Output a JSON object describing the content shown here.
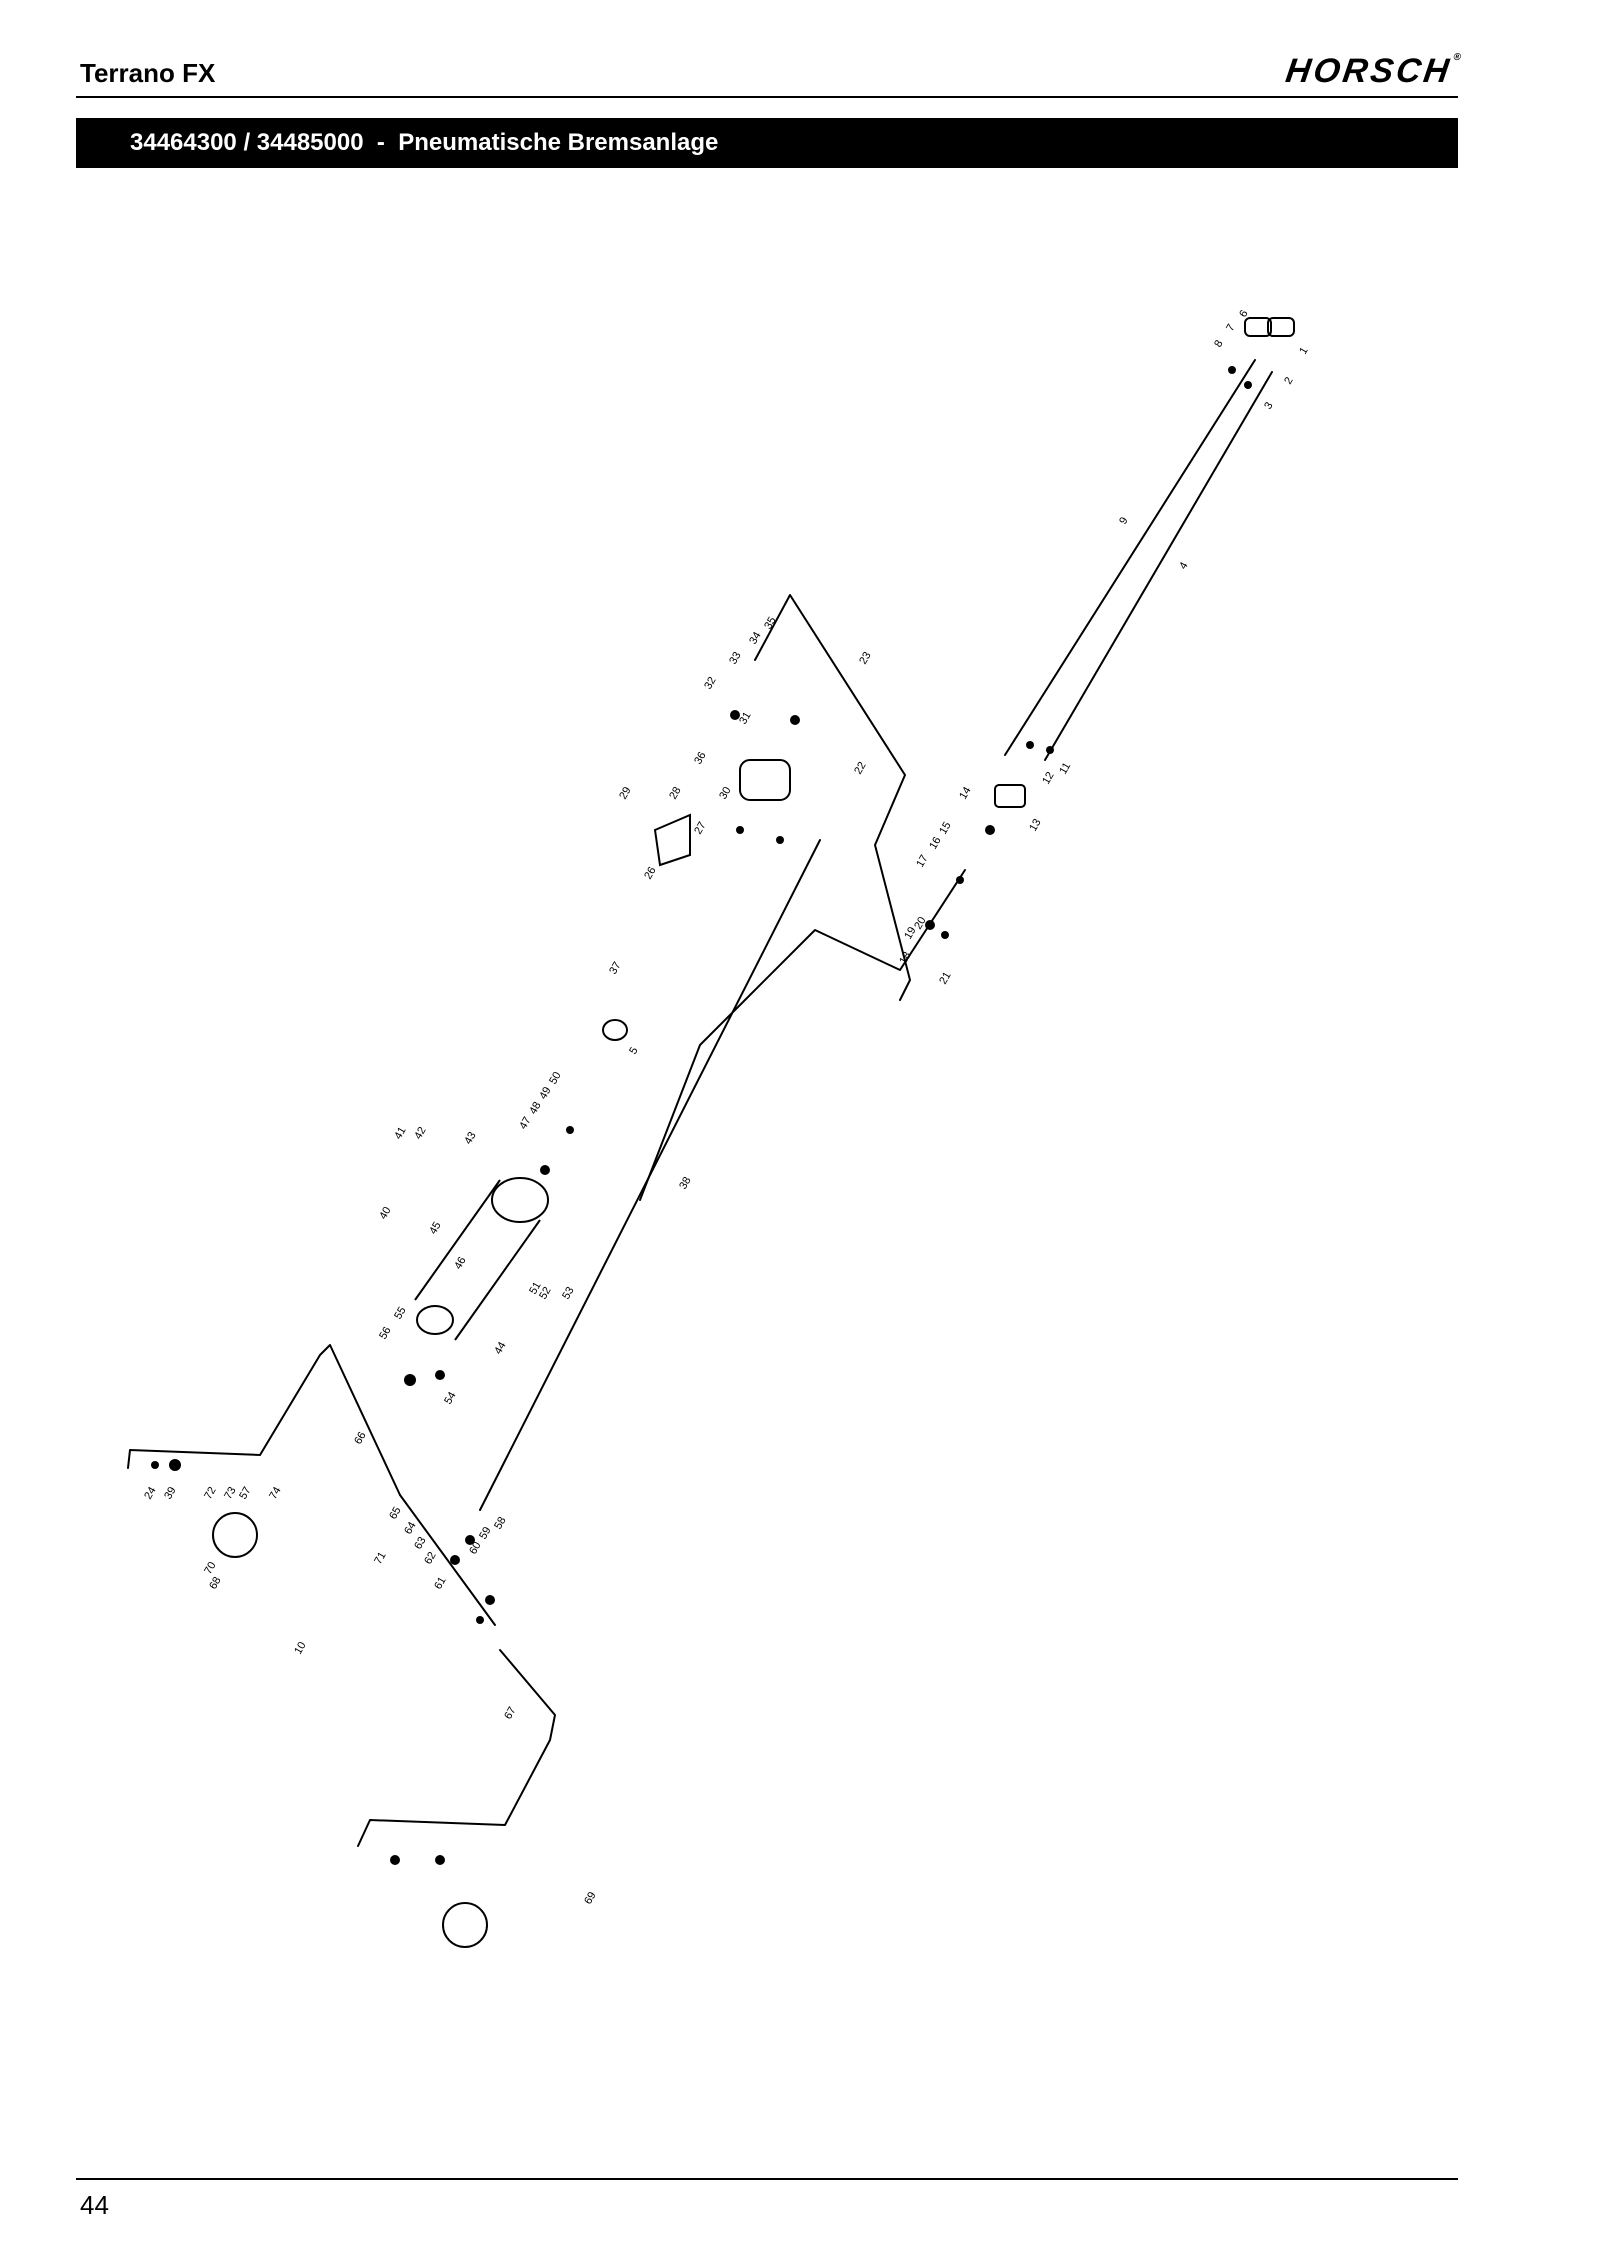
{
  "header": {
    "document_title": "Terrano FX",
    "brand": "HORSCH",
    "brand_mark": "®"
  },
  "section": {
    "title": "34464300 / 34485000  -  Pneumatische Bremsanlage"
  },
  "diagram": {
    "callouts": [
      "1",
      "2",
      "3",
      "4",
      "5",
      "6",
      "7",
      "8",
      "9",
      "10",
      "11",
      "12",
      "13",
      "14",
      "15",
      "16",
      "17",
      "18",
      "19",
      "20",
      "21",
      "22",
      "23",
      "24",
      "26",
      "27",
      "28",
      "29",
      "30",
      "31",
      "32",
      "33",
      "34",
      "35",
      "36",
      "37",
      "38",
      "39",
      "40",
      "41",
      "42",
      "43",
      "44",
      "45",
      "46",
      "47",
      "48",
      "49",
      "50",
      "51",
      "52",
      "53",
      "54",
      "55",
      "56",
      "57",
      "58",
      "59",
      "60",
      "61",
      "62",
      "63",
      "64",
      "65",
      "66",
      "67",
      "68",
      "69",
      "70",
      "71",
      "72",
      "73",
      "74"
    ]
  },
  "footer": {
    "page_number": "44"
  }
}
